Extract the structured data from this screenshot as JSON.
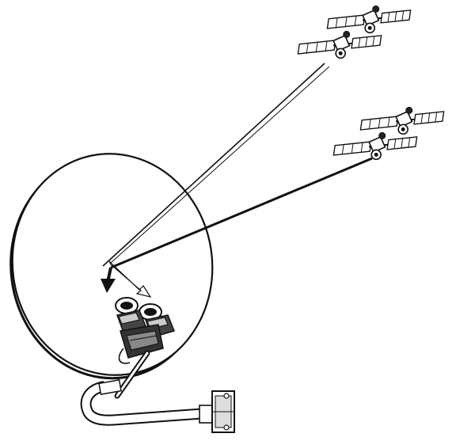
{
  "colors": {
    "ink": "#111111",
    "paper": "#ffffff",
    "shade": "#555555",
    "light": "#dddddd"
  },
  "scene": {
    "icons": [
      "satellite-icon",
      "satellite-dish-icon",
      "lnb-icon",
      "wall-bracket-icon"
    ],
    "satellite_groups": 2,
    "satellites_per_group": 2,
    "lnb_count": 2
  }
}
